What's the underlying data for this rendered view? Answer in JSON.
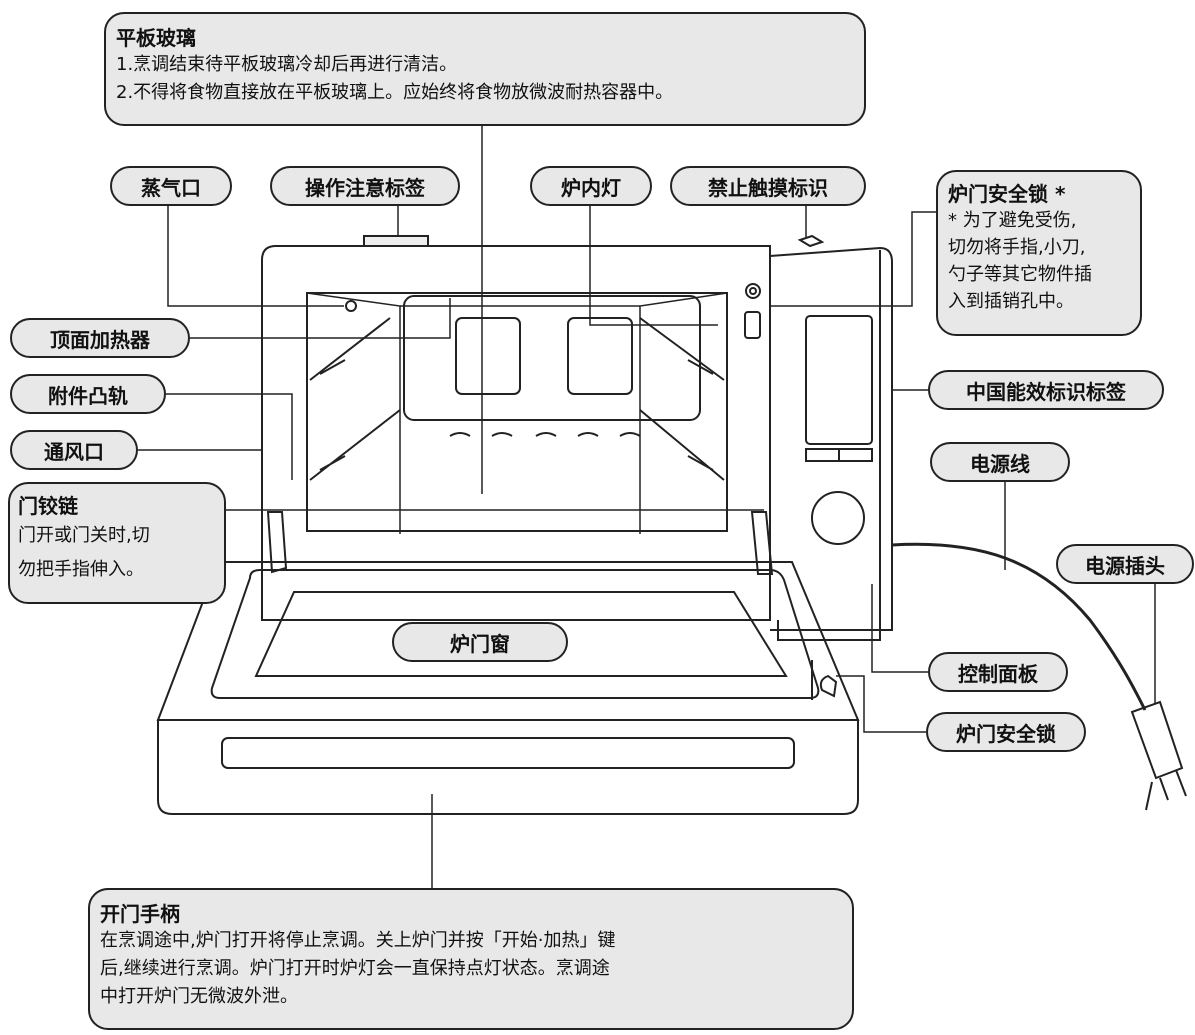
{
  "callouts": {
    "flat_glass": {
      "title": "平板玻璃",
      "lines": [
        "1.烹调结束待平板玻璃冷却后再进行清洁。",
        "2.不得将食物直接放在平板玻璃上。应始终将食物放微波耐热容器中。"
      ]
    },
    "steam_vent": "蒸气口",
    "operation_label": "操作注意标签",
    "oven_lamp": "炉内灯",
    "no_touch_mark": "禁止触摸标识",
    "door_lock_top": {
      "title": "炉门安全锁 *",
      "lines": [
        "* 为了避免受伤,",
        "切勿将手指,小刀,",
        "勺子等其它物件插",
        "入到插销孔中。"
      ]
    },
    "top_heater": "顶面加热器",
    "accessory_rail": "附件凸轨",
    "air_vent": "通风口",
    "energy_label": "中国能效标识标签",
    "power_cord": "电源线",
    "hinge": {
      "title": "门铰链",
      "lines": [
        "门开或门关时,切",
        "勿把手指伸入。"
      ]
    },
    "power_plug": "电源插头",
    "door_window": "炉门窗",
    "control_panel": "控制面板",
    "door_lock_bottom": "炉门安全锁",
    "door_handle": {
      "title": "开门手柄",
      "lines": [
        "在烹调途中,炉门打开将停止烹调。关上炉门并按「开始·加热」键",
        "后,继续进行烹调。炉门打开时炉灯会一直保持点灯状态。烹调途",
        "中打开炉门无微波外泄。"
      ]
    }
  }
}
